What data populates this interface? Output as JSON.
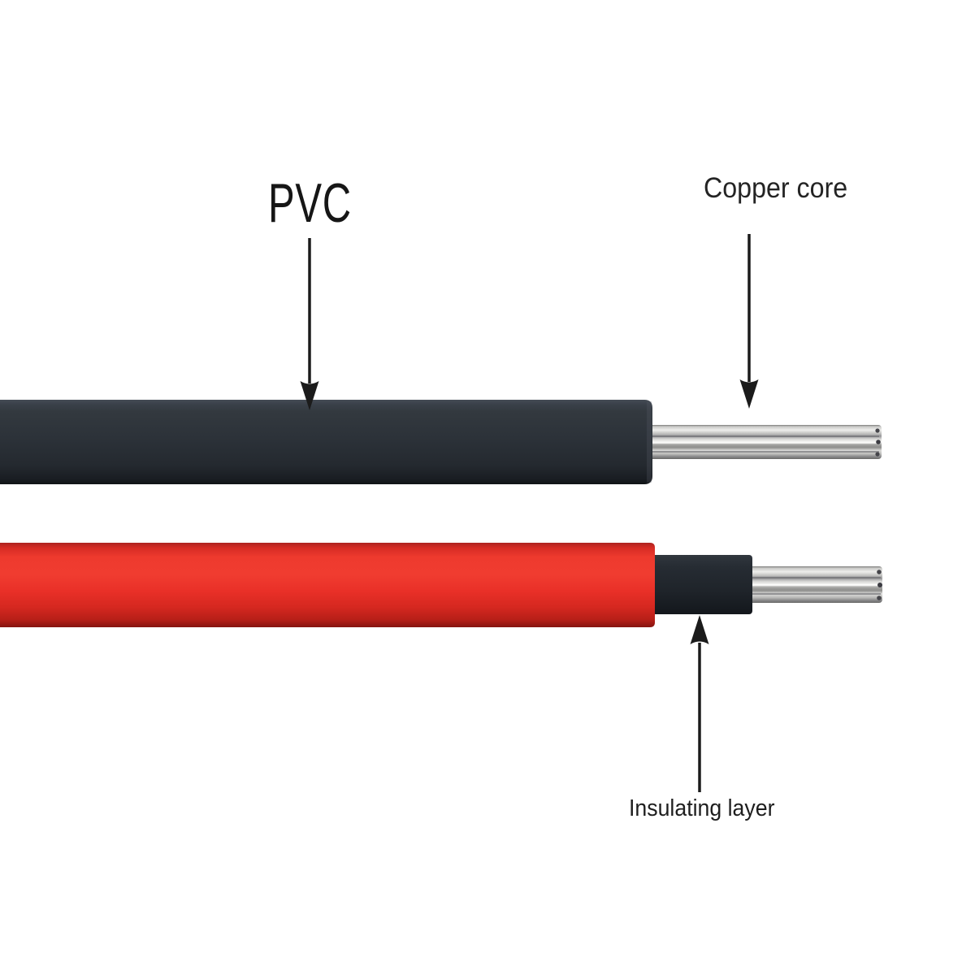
{
  "labels": {
    "pvc": "PVC",
    "copper_core": "Copper core",
    "insulating_layer": "Insulating layer"
  },
  "colors": {
    "background": "#ffffff",
    "cable_jacket_black": "#2d333a",
    "cable_jacket_red": "#e93028",
    "insulation_black": "#20262c",
    "copper_core_silver": "#c6c6c4",
    "arrow": "#1b1b1b",
    "text": "#1b1b1b"
  }
}
